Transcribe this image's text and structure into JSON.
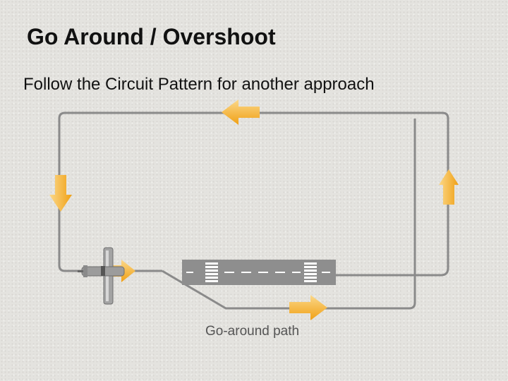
{
  "slide": {
    "title": "Go Around / Overshoot",
    "subtitle": "Follow the Circuit Pattern for another approach"
  },
  "diagram": {
    "path_label": "Go-around path",
    "colors": {
      "pattern_line": "#8a8a8a",
      "arrow_fill": "#f2a81d",
      "arrow_highlight": "#fbd88a",
      "runway": "#8e8e8e",
      "runway_marking": "#ffffff",
      "aircraft": "#a0a0a0"
    },
    "icons": [
      "circuit-arrow-icon",
      "aircraft-icon",
      "runway"
    ]
  }
}
